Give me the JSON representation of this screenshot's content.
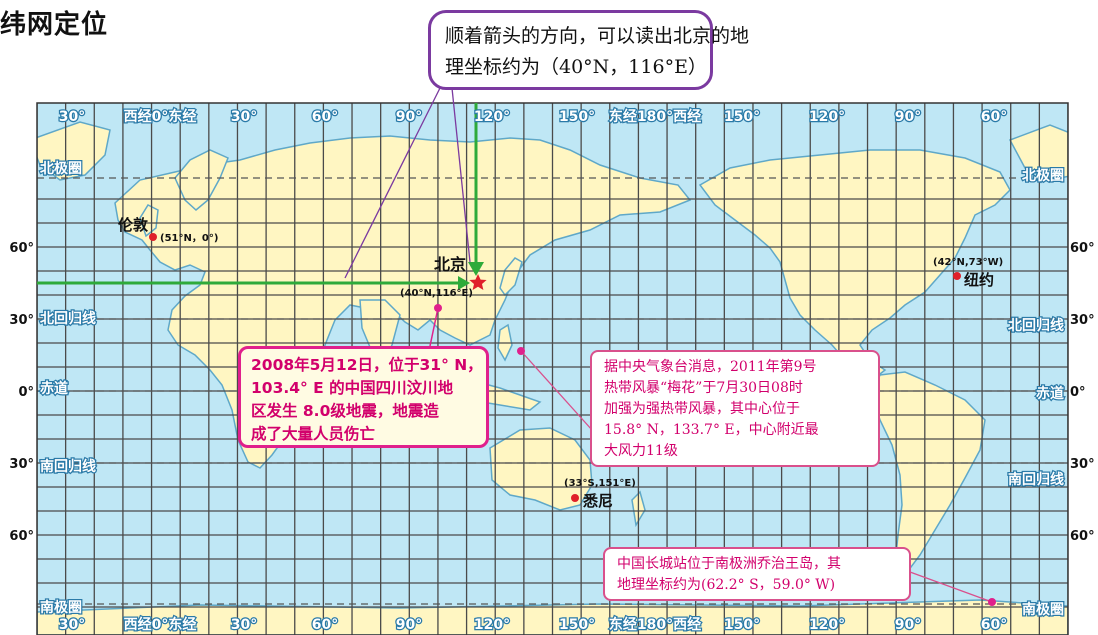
{
  "title": "纬网定位",
  "top_callout": {
    "line1": "顺着箭头的方向，可以读出北京的地",
    "line2": "理坐标约为（40°N，116°E）"
  },
  "quake_callout": {
    "lines": [
      "2008年5月12日，位于31° N，",
      "103.4° E 的中国四川汶川地",
      "区发生 8.0级地震，地震造",
      "成了大量人员伤亡"
    ]
  },
  "typhoon_callout": {
    "lines": [
      "据中央气象台消息，2011年第9号",
      "热带风暴“梅花”于7月30日08时",
      "加强为强热带风暴，其中心位于",
      "15.8° N，133.7° E，中心附近最",
      "大风力11级"
    ]
  },
  "greatwall_callout": {
    "lines": [
      "中国长城站位于南极洲乔治王岛，其",
      "地理坐标约为(62.2° S，59.0° W)"
    ]
  },
  "longitude_labels_top": [
    "30°",
    "西经0°东经",
    "30°",
    "60°",
    "90°",
    "120°",
    "150°",
    "东经180°西经",
    "150°",
    "120°",
    "90°",
    "60°"
  ],
  "longitude_labels_bottom": [
    "30°",
    "西经0°东经",
    "30°",
    "60°",
    "90°",
    "120°",
    "150°",
    "东经180°西经",
    "150°",
    "120°",
    "90°",
    "60°"
  ],
  "latitude_labels_left": [
    "60°",
    "30°",
    "0°",
    "30°",
    "60°"
  ],
  "latitude_labels_right": [
    "60°",
    "30°",
    "0°",
    "30°",
    "60°"
  ],
  "special_lines_left": [
    "北极圈",
    "北回归线",
    "赤道",
    "南回归线",
    "南极圈"
  ],
  "special_lines_right": [
    "北极圈",
    "北回归线",
    "赤道",
    "南回归线",
    "南极圈"
  ],
  "cities": [
    {
      "name": "伦敦",
      "coord": "(51°N，0°)"
    },
    {
      "name": "北京",
      "coord": "(40°N,116°E)"
    },
    {
      "name": "纽约",
      "coord": "(42°N,73°W)"
    },
    {
      "name": "悉尼",
      "coord": "(33°S,151°E)"
    }
  ],
  "colors": {
    "ocean": "#bfe7f5",
    "land": "#fff6c2",
    "coast": "#5fa8c8",
    "grid": "#4a4a4a",
    "guide_green": "#2eaa3a",
    "city_red": "#e0202a",
    "callout_purple": "#7b3aa0",
    "callout_pink": "#e0208c",
    "label_white": "#ffffff"
  }
}
